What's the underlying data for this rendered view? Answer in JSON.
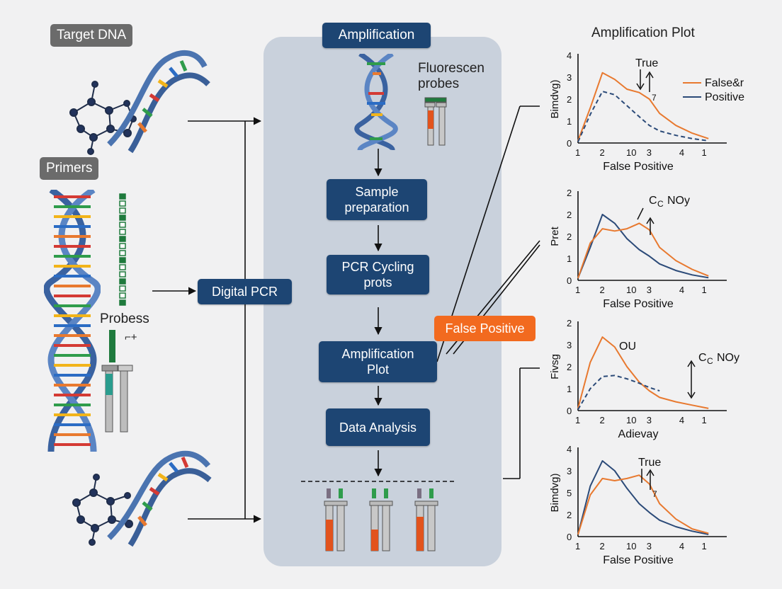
{
  "left": {
    "target_dna_label": "Target DNA",
    "primers_label": "Primers",
    "probes_label": "Probess",
    "probe_mark": "⌐+"
  },
  "center": {
    "digital_pcr": "Digital PCR",
    "header": "Amplification",
    "fluor_line1": "Fluorescen",
    "fluor_line2": "probes",
    "steps": [
      {
        "line1": "Sample",
        "line2": "preparation"
      },
      {
        "line1": "PCR Cycling",
        "line2": "prots"
      },
      {
        "line1": "Amplification",
        "line2": "Plot"
      },
      {
        "line1": "Data Analysis",
        "line2": ""
      }
    ]
  },
  "false_positive_tag": "False Positive",
  "colors": {
    "navy": "#1d4573",
    "orange": "#f26a1f",
    "gray_tag": "#6b6b6b",
    "panel": "#c9d1dc",
    "curve_orange": "#e8792f",
    "curve_blue": "#2b4a78"
  },
  "plot_section_title": "Amplification Plot",
  "chart_data": [
    {
      "type": "line",
      "ylabel": "Bimdvg)",
      "xlabel": "False Positive",
      "xticks": [
        "1",
        "2",
        "10",
        "3",
        "4",
        "1"
      ],
      "yticks": [
        "0",
        "1",
        "2",
        "3",
        "4"
      ],
      "ylim": [
        0,
        4
      ],
      "annotations": [
        "True",
        "7"
      ],
      "legend": [
        "False&r",
        "Positive"
      ],
      "legend_position": "right",
      "series": [
        {
          "name": "False&r",
          "style": "solid",
          "color": "#e8792f",
          "x": [
            1,
            1.3,
            1.6,
            1.9,
            2.2,
            2.5,
            2.75,
            3,
            3.4,
            3.8,
            4.2
          ],
          "values": [
            0.1,
            1.6,
            3.2,
            2.9,
            2.45,
            2.3,
            2.0,
            1.35,
            0.8,
            0.45,
            0.2
          ]
        },
        {
          "name": "Positive",
          "style": "dashed",
          "color": "#2b4a78",
          "x": [
            1,
            1.3,
            1.6,
            1.9,
            2.2,
            2.5,
            2.75,
            3,
            3.4,
            3.8,
            4.2
          ],
          "values": [
            0.05,
            1.3,
            2.35,
            2.2,
            1.7,
            1.2,
            0.8,
            0.55,
            0.35,
            0.2,
            0.1
          ]
        }
      ]
    },
    {
      "type": "line",
      "ylabel": "Pret",
      "xlabel": "False Positive",
      "xticks": [
        "1",
        "2",
        "10",
        "3",
        "4",
        "1"
      ],
      "yticks": [
        "0",
        "1",
        "2",
        "2",
        "2"
      ],
      "annotations": [
        "C",
        "C",
        "NOy"
      ],
      "series": [
        {
          "name": "",
          "style": "solid",
          "color": "#2b4a78",
          "x": [
            1,
            1.3,
            1.6,
            1.9,
            2.2,
            2.5,
            2.75,
            3,
            3.4,
            3.8,
            4.2
          ],
          "values": [
            0.1,
            1.5,
            3.0,
            2.6,
            1.9,
            1.4,
            1.1,
            0.75,
            0.45,
            0.25,
            0.12
          ]
        },
        {
          "name": "",
          "style": "solid",
          "color": "#e8792f",
          "x": [
            1,
            1.3,
            1.6,
            1.9,
            2.2,
            2.5,
            2.75,
            3,
            3.4,
            3.8,
            4.2
          ],
          "values": [
            0.1,
            1.7,
            2.35,
            2.25,
            2.35,
            2.6,
            2.3,
            1.5,
            0.9,
            0.5,
            0.2
          ]
        }
      ]
    },
    {
      "type": "line",
      "ylabel": "Fivsg",
      "xlabel": "Adievay",
      "xticks": [
        "1",
        "2",
        "10",
        "3",
        "4",
        "1"
      ],
      "yticks": [
        "0",
        "1",
        "2",
        "3",
        "2"
      ],
      "annotations": [
        "OU",
        "C",
        "C",
        "NOy"
      ],
      "series": [
        {
          "name": "",
          "style": "solid",
          "color": "#e8792f",
          "x": [
            1,
            1.3,
            1.6,
            1.9,
            2.2,
            2.5,
            2.75,
            3,
            3.4,
            3.8,
            4.2
          ],
          "values": [
            0.1,
            2.2,
            3.35,
            2.9,
            2.0,
            1.3,
            0.9,
            0.6,
            0.4,
            0.25,
            0.1
          ]
        },
        {
          "name": "",
          "style": "dashed",
          "color": "#2b4a78",
          "x": [
            1,
            1.3,
            1.6,
            1.9,
            2.2,
            2.5,
            2.75,
            3
          ],
          "values": [
            0.05,
            1.0,
            1.55,
            1.6,
            1.45,
            1.25,
            1.05,
            0.9
          ]
        }
      ]
    },
    {
      "type": "line",
      "ylabel": "Bimdvg)",
      "xlabel": "False Positive",
      "xticks": [
        "1",
        "2",
        "10",
        "3",
        "4",
        "1"
      ],
      "yticks": [
        "0",
        "2",
        "5",
        "3",
        "4"
      ],
      "annotations": [
        "True",
        "7"
      ],
      "series": [
        {
          "name": "",
          "style": "solid",
          "color": "#2b4a78",
          "x": [
            1,
            1.3,
            1.6,
            1.9,
            2.2,
            2.5,
            2.75,
            3,
            3.4,
            3.8,
            4.2
          ],
          "values": [
            0.1,
            2.3,
            3.45,
            3.0,
            2.2,
            1.5,
            1.1,
            0.75,
            0.45,
            0.25,
            0.1
          ]
        },
        {
          "name": "",
          "style": "solid",
          "color": "#e8792f",
          "x": [
            1,
            1.3,
            1.6,
            1.9,
            2.2,
            2.5,
            2.75,
            3,
            3.4,
            3.8,
            4.2
          ],
          "values": [
            0.1,
            1.9,
            2.65,
            2.55,
            2.65,
            2.8,
            2.4,
            1.5,
            0.8,
            0.35,
            0.15
          ]
        }
      ]
    }
  ]
}
